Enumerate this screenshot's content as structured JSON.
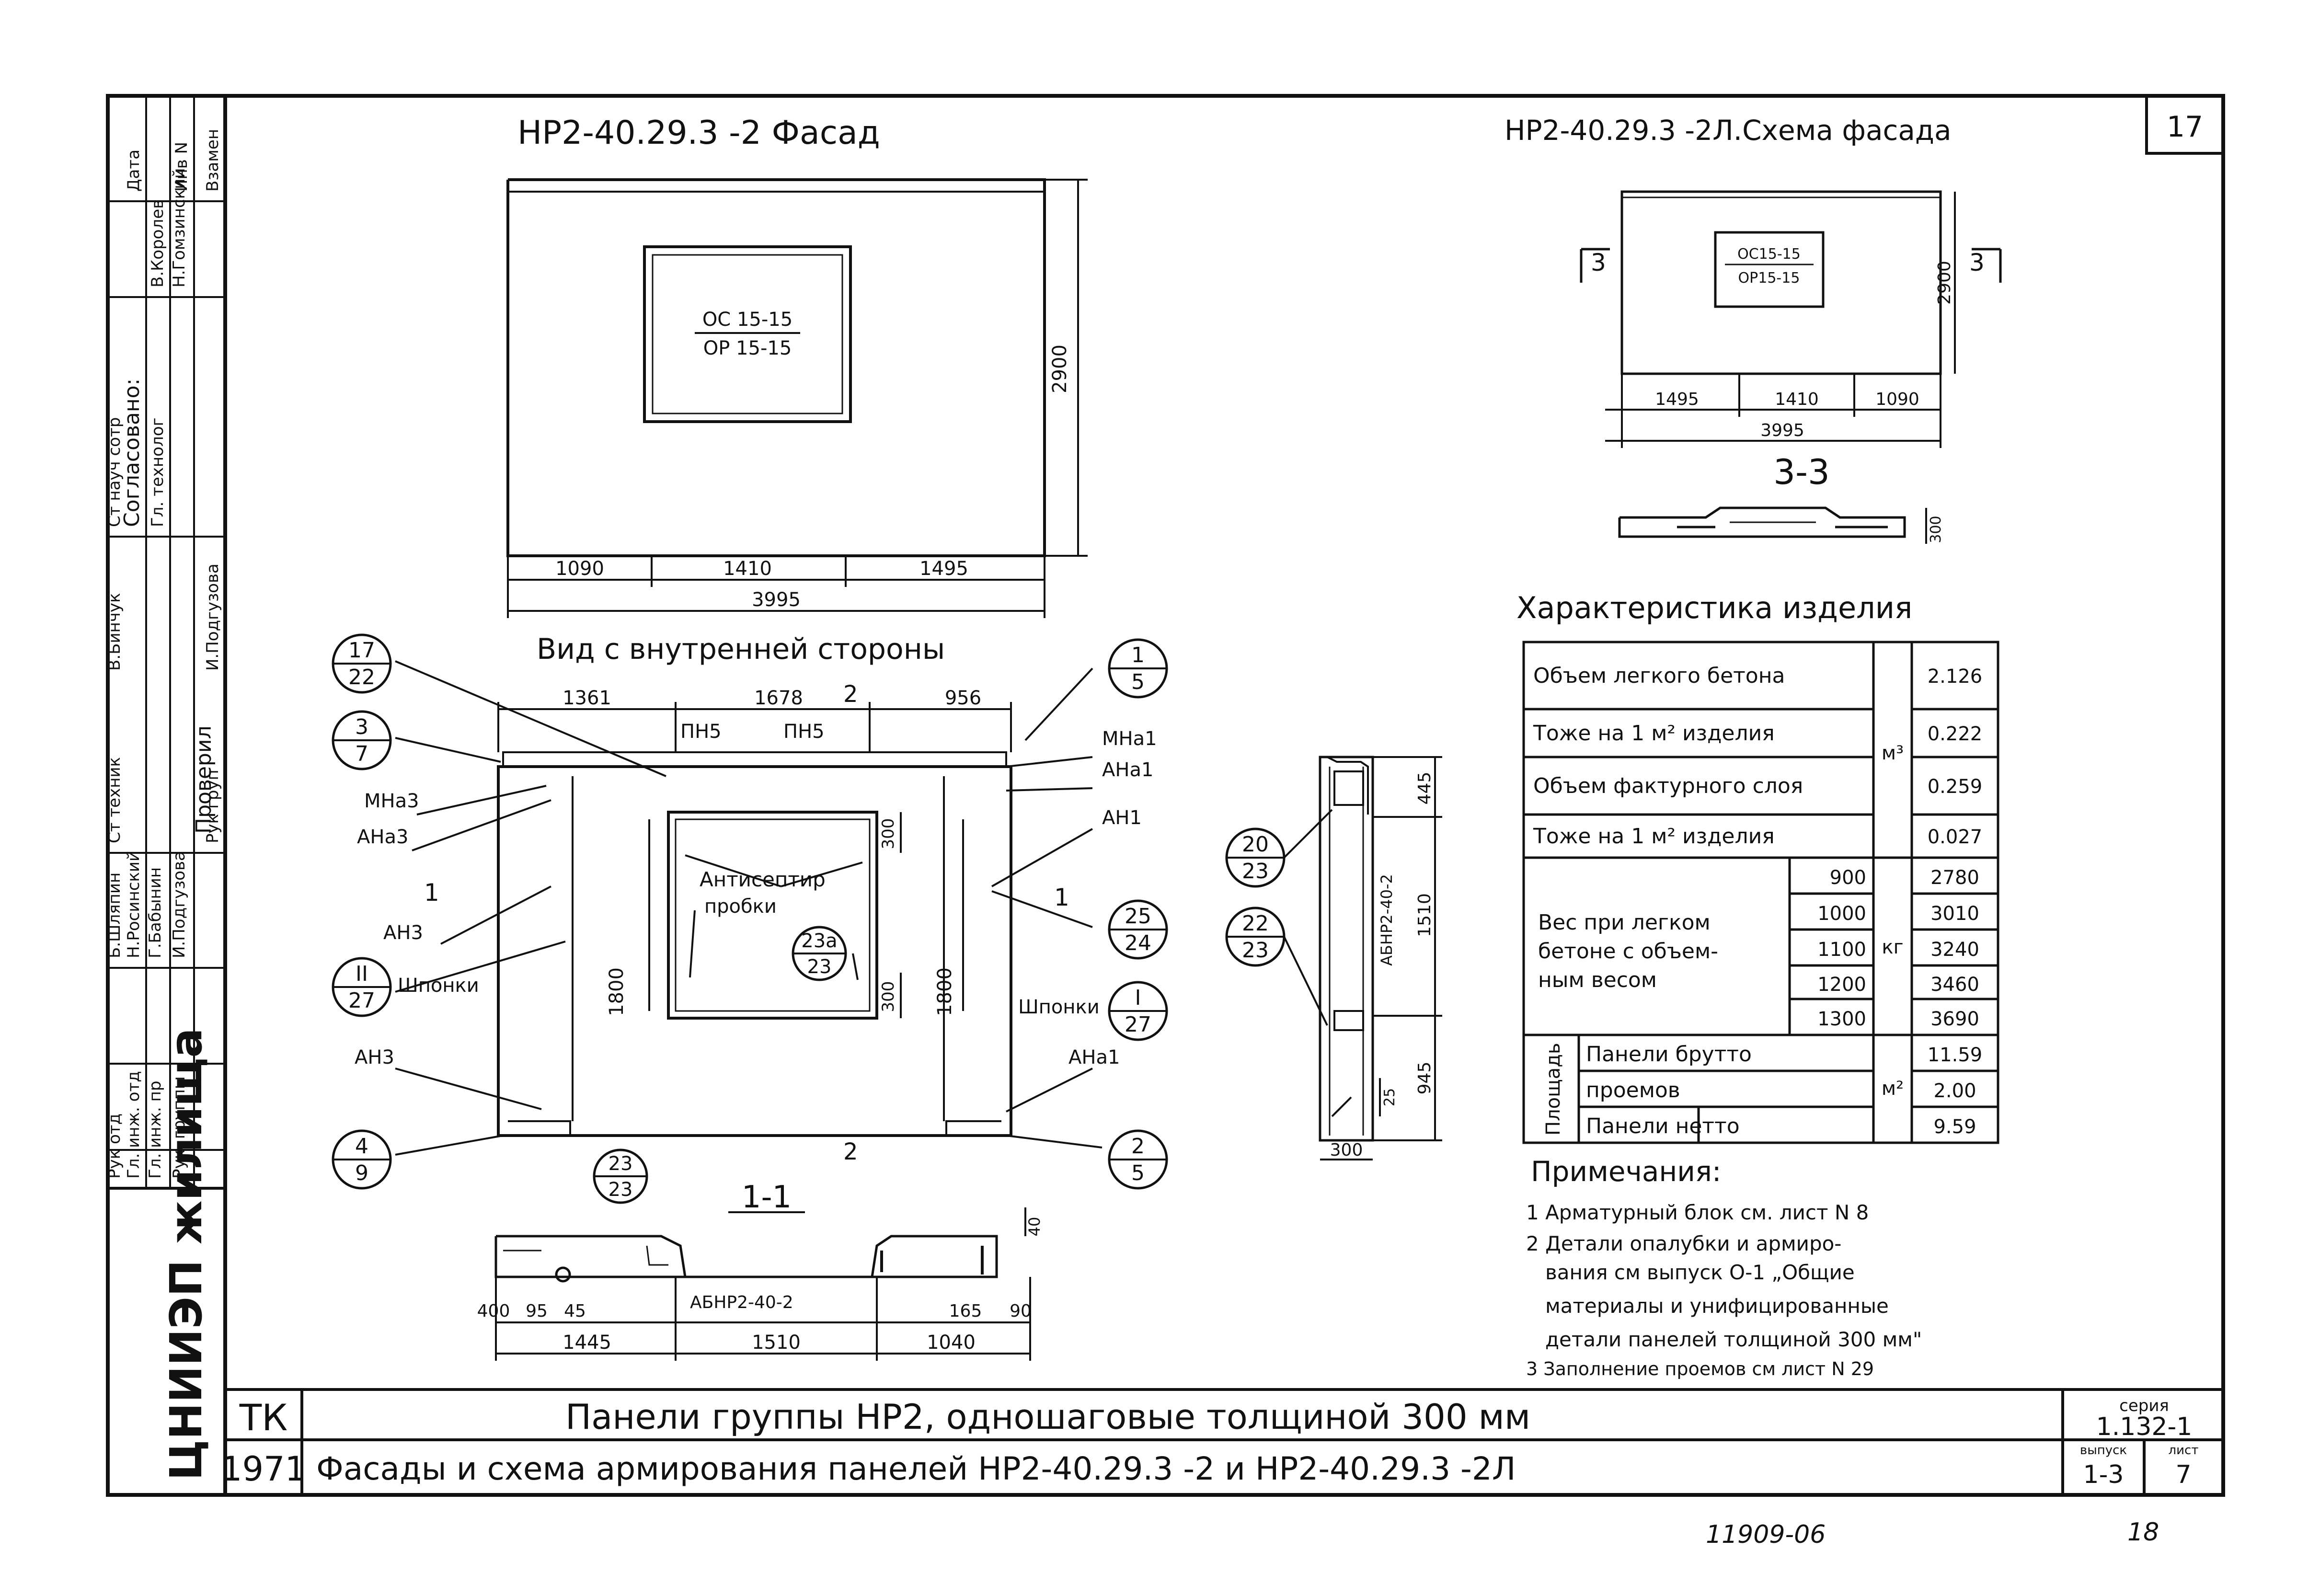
{
  "sheet_number": "17",
  "page_footer": {
    "drawing_code": "11909-06",
    "page": "18"
  },
  "facade": {
    "title": "НР2-40.29.3 -2 Фасад",
    "window": {
      "top": "ОС 15-15",
      "bottom": "ОР 15-15"
    },
    "dims": {
      "height": "2900",
      "left": "1090",
      "middle": "1410",
      "right": "1495",
      "total": "3995"
    }
  },
  "scheme": {
    "title": "НР2-40.29.3 -2Л.Схема фасада",
    "window": {
      "top": "ОС15-15",
      "bottom": "ОР15-15"
    },
    "section_mark_left": "3",
    "section_mark_right": "3",
    "dims": {
      "height": "2900",
      "left": "1495",
      "middle": "1410",
      "right": "1090",
      "total": "3995"
    },
    "section_title": "3-3",
    "section_depth": "300"
  },
  "inner_view": {
    "title": "Вид с внутренней стороны",
    "dims": {
      "top_left": "1361",
      "top_middle": "1678",
      "top_right": "956",
      "left_height": "1800",
      "right_height": "1800",
      "window_top": "300",
      "window_bottom": "300"
    },
    "labels": {
      "pn5_a": "ПН5",
      "pn5_b": "ПН5",
      "section_top": "2",
      "section_bottom": "2",
      "mna1": "МНа1",
      "ana1": "АНа1",
      "an1": "АН1",
      "mna3": "МНа3",
      "ana3": "АНа3",
      "an3": "АН3",
      "an3_b": "АН3",
      "ana1_b": "АНа1",
      "sec1_left": "1",
      "sec1_right": "1",
      "antiseptic": "Антисептир",
      "plugs": "пробки",
      "shponki_left": "Шпонки",
      "shponki_right": "Шпонки"
    },
    "callouts": [
      {
        "top": "17",
        "bottom": "22"
      },
      {
        "top": "3",
        "bottom": "7"
      },
      {
        "top": "II",
        "bottom": "27"
      },
      {
        "top": "4",
        "bottom": "9"
      },
      {
        "top": "1",
        "bottom": "5"
      },
      {
        "top": "25",
        "bottom": "24"
      },
      {
        "top": "I",
        "bottom": "27"
      },
      {
        "top": "2",
        "bottom": "5"
      },
      {
        "top": "23а",
        "bottom": "23"
      },
      {
        "top": "23",
        "bottom": "23"
      }
    ]
  },
  "section_11": {
    "title": "1-1",
    "block_label": "АБНР2-40-2",
    "dims": {
      "d400": "400",
      "d95": "95",
      "d45": "45",
      "d1445": "1445",
      "d1510": "1510",
      "d1040": "1040",
      "d165": "165",
      "d90": "90",
      "d40": "40"
    }
  },
  "section_22": {
    "block_label": "АБНР2-40-2",
    "dims": {
      "d445": "445",
      "d1510": "1510",
      "d945": "945",
      "d25": "25",
      "d300": "300"
    },
    "callouts": [
      {
        "top": "20",
        "bottom": "23"
      },
      {
        "top": "22",
        "bottom": "23"
      }
    ]
  },
  "characteristics": {
    "title": "Характеристика изделия",
    "rows": [
      {
        "label": "Объем легкого бетона",
        "value": "2.126"
      },
      {
        "label": "Тоже на 1 м² изделия",
        "value": "0.222"
      },
      {
        "label": "Объем фактурного слоя",
        "value": "0.259"
      },
      {
        "label": "Тоже на 1 м² изделия",
        "value": "0.027"
      }
    ],
    "volume_unit": "м³",
    "weight_label_1": "Вес при легком",
    "weight_label_2": "бетоне с объем-",
    "weight_label_3": "ным весом",
    "weight_unit": "кг",
    "weights": [
      {
        "density": "900",
        "value": "2780"
      },
      {
        "density": "1000",
        "value": "3010"
      },
      {
        "density": "1100",
        "value": "3240"
      },
      {
        "density": "1200",
        "value": "3460"
      },
      {
        "density": "1300",
        "value": "3690"
      }
    ],
    "area_label": "Площадь",
    "area_unit": "м²",
    "areas": [
      {
        "label": "Панели брутто",
        "value": "11.59"
      },
      {
        "label": "проемов",
        "value": "2.00"
      },
      {
        "label": "Панели нетто",
        "value": "9.59"
      }
    ]
  },
  "notes": {
    "title": "Примечания:",
    "lines": [
      "1 Арматурный блок см. лист N 8",
      "2 Детали опалубки и армиро-",
      "вания см выпуск О-1 „Общие",
      "материалы и унифицированные",
      "детали панелей толщиной 300 мм\"",
      "3 Заполнение проемов см лист N 29"
    ]
  },
  "title_block": {
    "org": "ЦНИИЭП жилища",
    "tk": "ТК",
    "year": "1971",
    "line1": "Панели группы НР2, одношаговые толщиной 300 мм",
    "line2": "Фасады и схема армирования панелей НР2-40.29.3 -2 и НР2-40.29.3 -2Л",
    "series_label": "серия",
    "series_value": "1.132-1",
    "issue_label": "выпуск",
    "issue_value": "1-3",
    "sheet_label": "лист",
    "sheet_value": "7"
  },
  "side_stamp": {
    "approved": "Согласовано:",
    "checked": "Проверил",
    "date": "Дата",
    "inv": "Инв N",
    "replace": "Взамен",
    "roles": [
      "Рук отд",
      "Гл. инж. отд",
      "Гл. инж. пр",
      "Рук. группы",
      "Ст техник",
      "Ст науч сотр",
      "Гл. технолог",
      "Рук груп"
    ],
    "names": [
      "Б.Шляпин",
      "Н.Росинский",
      "Г.Бабынин",
      "И.Подгузова",
      "В.Бинчук",
      "В.Королев",
      "Н.Гомзинский",
      "И.Подгузова"
    ]
  }
}
